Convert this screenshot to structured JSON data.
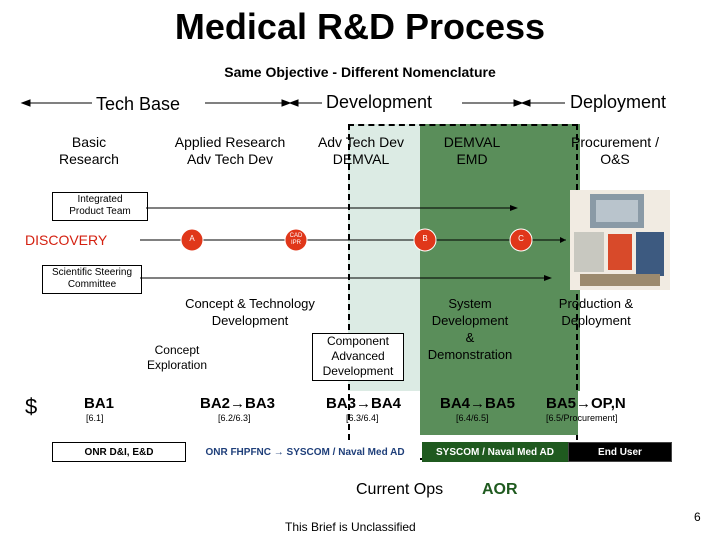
{
  "slide": {
    "title": "Medical R&D Process",
    "subtitle": "Same Objective - Different Nomenclature",
    "page_number": "6",
    "classification": "This Brief is Unclassified"
  },
  "phases": {
    "tech_base": "Tech Base",
    "development": "Development",
    "deployment": "Deployment"
  },
  "stages": {
    "basic_research": "Basic\nResearch",
    "applied_research": "Applied Research\nAdv Tech Dev",
    "adv_tech_dev": "Adv Tech Dev\nDEMVAL",
    "demval": "DEMVAL\nEMD",
    "procurement": "Procurement /\nO&S"
  },
  "teams": {
    "ipt": "Integrated\nProduct Team",
    "ssc": "Scientific Steering\nCommittee"
  },
  "milestones": {
    "discovery": "DISCOVERY",
    "a": "A",
    "cad_ipr": "CAD\nIPR",
    "b": "B",
    "c": "C"
  },
  "dev_phases": {
    "concept_tech": "Concept & Technology\nDevelopment",
    "concept_exploration": "Concept\nExploration",
    "component": "Component\nAdvanced\nDevelopment",
    "system_dev": "System\nDevelopment\n&\nDemonstration",
    "production": "Production &\nDeployment"
  },
  "funding": {
    "symbol": "$",
    "items": [
      {
        "label": "BA1",
        "pe": "[6.1]"
      },
      {
        "label": "BA2→BA3",
        "pe": "[6.2/6.3]"
      },
      {
        "label": "BA3→BA4",
        "pe": "[6.3/6.4]"
      },
      {
        "label": "BA4→BA5",
        "pe": "[6.4/6.5]"
      },
      {
        "label": "BA5→OP,N",
        "pe": "[6.5/Procurement]"
      }
    ]
  },
  "orgs": {
    "onr": "ONR D&I, E&D",
    "fhpfnc": "ONR FHPFNC → SYSCOM / Naval Med AD",
    "syscom": "SYSCOM / Naval Med AD",
    "end_user": "End User"
  },
  "legend": {
    "current_ops": "Current Ops",
    "aor": "AOR"
  },
  "colors": {
    "green": "#4d8a4d",
    "dark_green": "#1f5a1f",
    "blue_region": "#e3f0ea",
    "navy": "#1f3f7a",
    "red": "#d42010",
    "milestone": "#e0371a"
  }
}
